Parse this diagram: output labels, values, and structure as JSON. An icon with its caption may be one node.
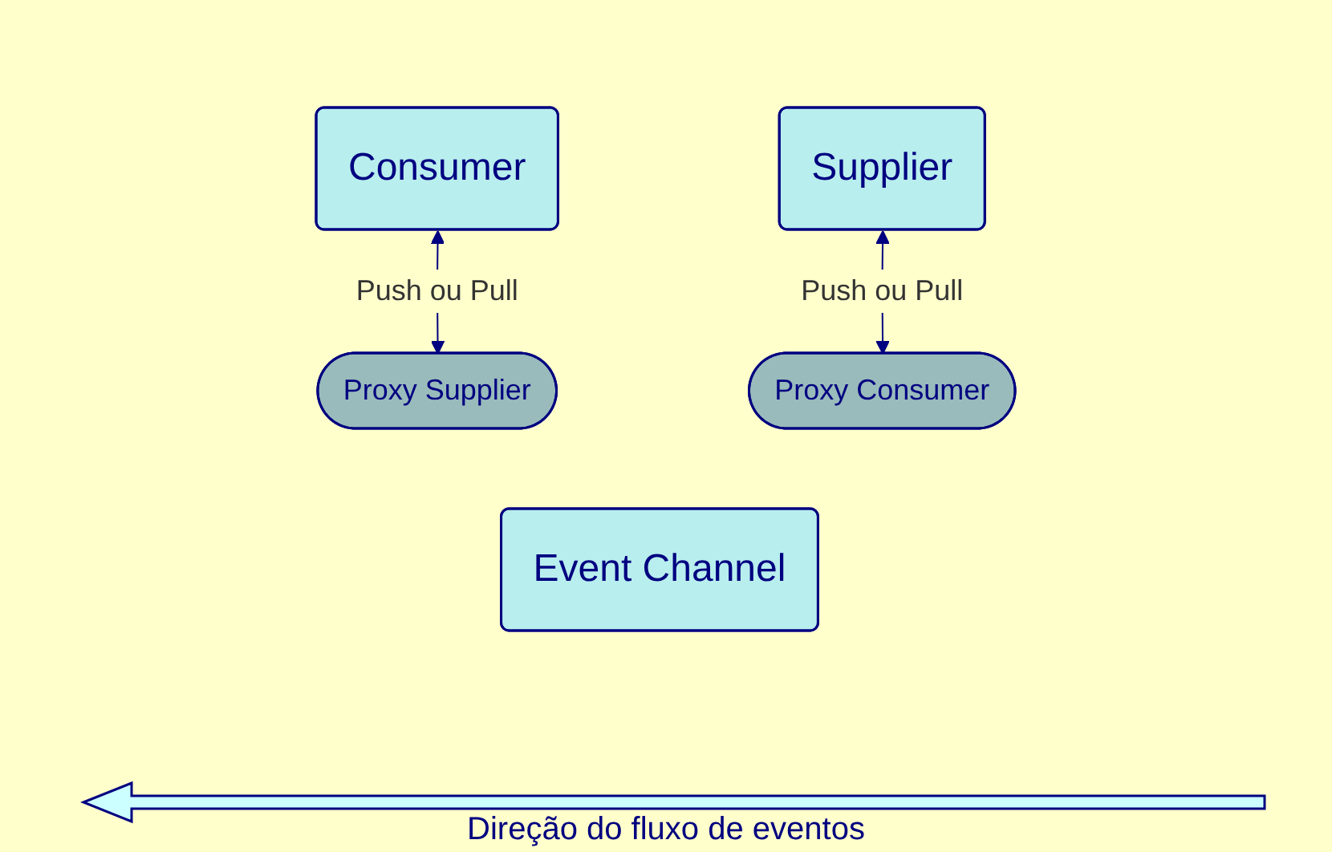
{
  "diagram": {
    "nodes": [
      {
        "text": [
          "Consumer"
        ]
      },
      {
        "text": [
          "Supplier"
        ]
      },
      {
        "text": [
          "Proxy Supplier"
        ]
      },
      {
        "text": [
          "Proxy Consumer"
        ]
      },
      {
        "text": [
          "Event Channel"
        ]
      }
    ],
    "edges": [
      {
        "from": 0,
        "to": 2,
        "arrow": "both",
        "label": "Push ou Pull"
      },
      {
        "from": 1,
        "to": 3,
        "arrow": "both",
        "label": "Push ou Pull"
      }
    ],
    "labels": [
      "Direção do fluxo de eventos"
    ]
  }
}
